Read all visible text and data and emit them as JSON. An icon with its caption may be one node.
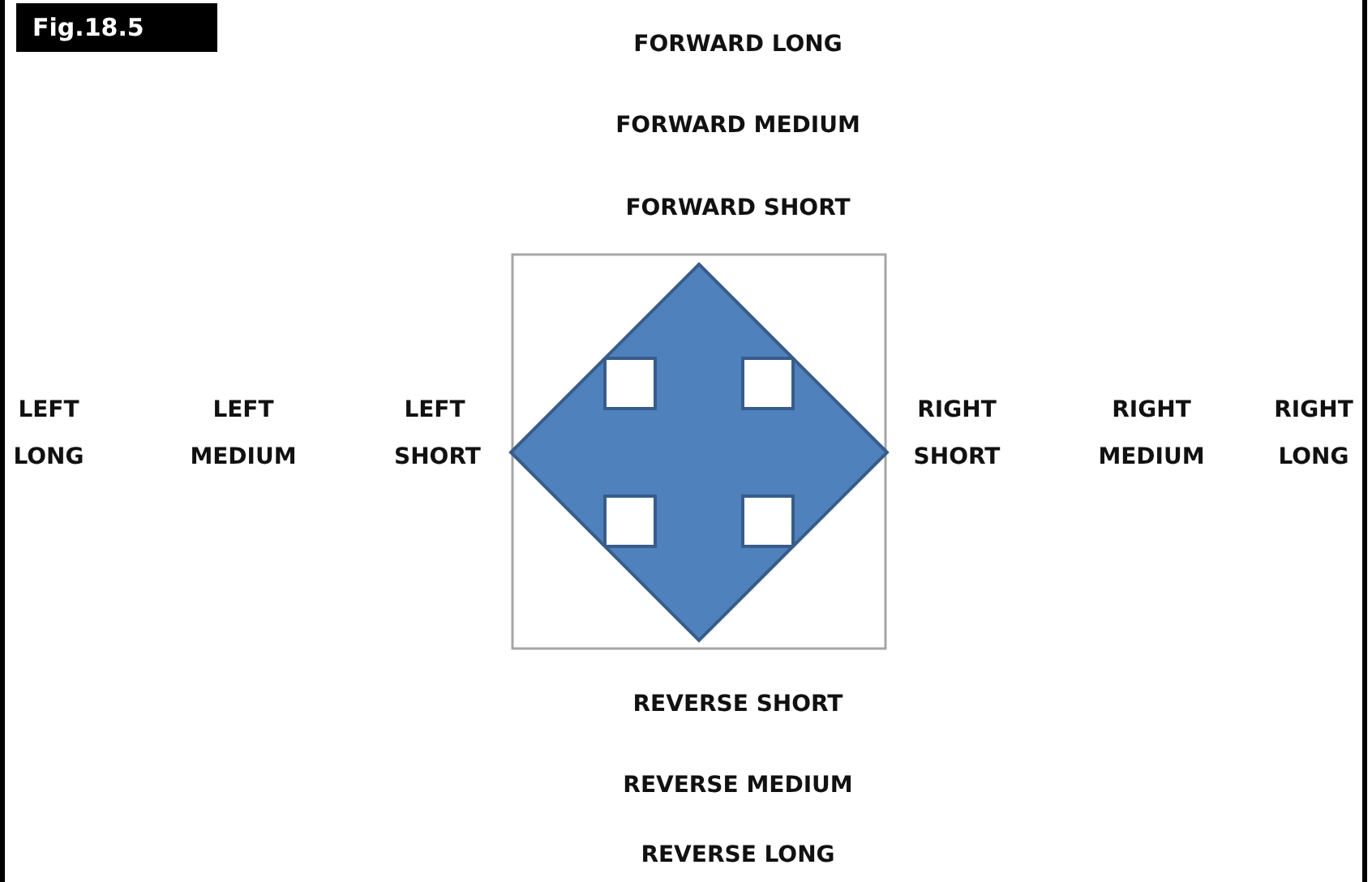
{
  "diagram": {
    "title": "Fig.18.5",
    "labels": [
      "FORWARD LONG",
      "FORWARD MEDIUM",
      "FORWARD SHORT",
      "LEFT LONG",
      "LEFT MEDIUM",
      "LEFT SHORT",
      "RIGHT SHORT",
      "RIGHT MEDIUM",
      "RIGHT LONG",
      "REVERSE SHORT",
      "REVERSE MEDIUM",
      "REVERSE LONG"
    ]
  }
}
